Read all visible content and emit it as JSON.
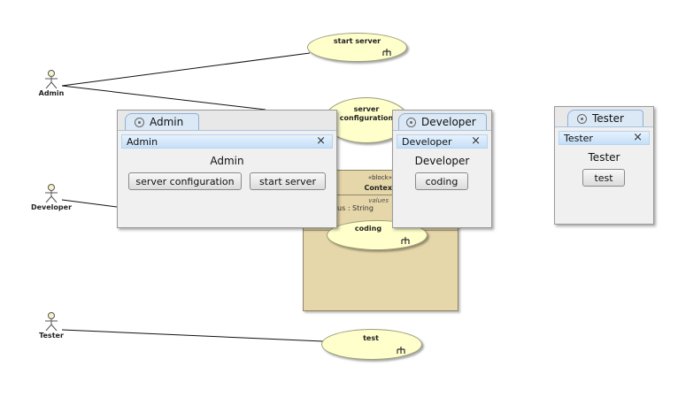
{
  "actors": {
    "admin": "Admin",
    "developer": "Developer",
    "tester": "Tester"
  },
  "use_cases": {
    "start_server": "start server",
    "server_configuration_line1": "server",
    "server_configuration_line2": "configuration",
    "coding": "coding",
    "test": "test"
  },
  "block": {
    "stereotype": "«block»",
    "name": "Contex",
    "values_label": "values",
    "property": "atus : String"
  },
  "panels": {
    "admin": {
      "tab": "Admin",
      "title": "Admin",
      "heading": "Admin",
      "buttons": [
        "server configuration",
        "start server"
      ]
    },
    "developer": {
      "tab": "Developer",
      "title": "Developer",
      "heading": "Developer",
      "buttons": [
        "coding"
      ]
    },
    "tester": {
      "tab": "Tester",
      "title": "Tester",
      "heading": "Tester",
      "buttons": [
        "test"
      ]
    },
    "close_glyph": "×"
  },
  "icon_names": [
    "actor-icon",
    "fork-icon",
    "target-icon",
    "close-icon"
  ],
  "colors": {
    "use_case_fill": "#ffffcc",
    "block_fill": "#e5d7a9",
    "panel_title_fill": "#c5dff8",
    "panel_bg": "#f0f0f0"
  }
}
